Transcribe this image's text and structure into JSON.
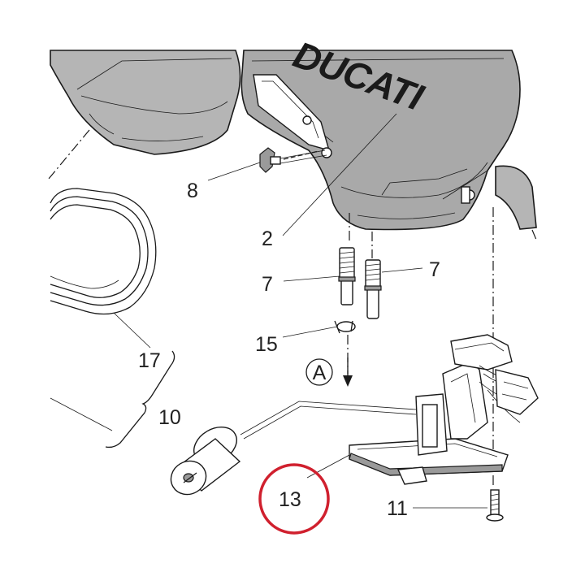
{
  "brand_text": "DUCATI",
  "labels": {
    "p2": "2",
    "p7a": "7",
    "p7b": "7",
    "p8": "8",
    "p10": "10",
    "p11": "11",
    "p13": "13",
    "p15": "15",
    "p17": "17"
  },
  "view_marker": "A",
  "highlight_color": "#d0202e"
}
